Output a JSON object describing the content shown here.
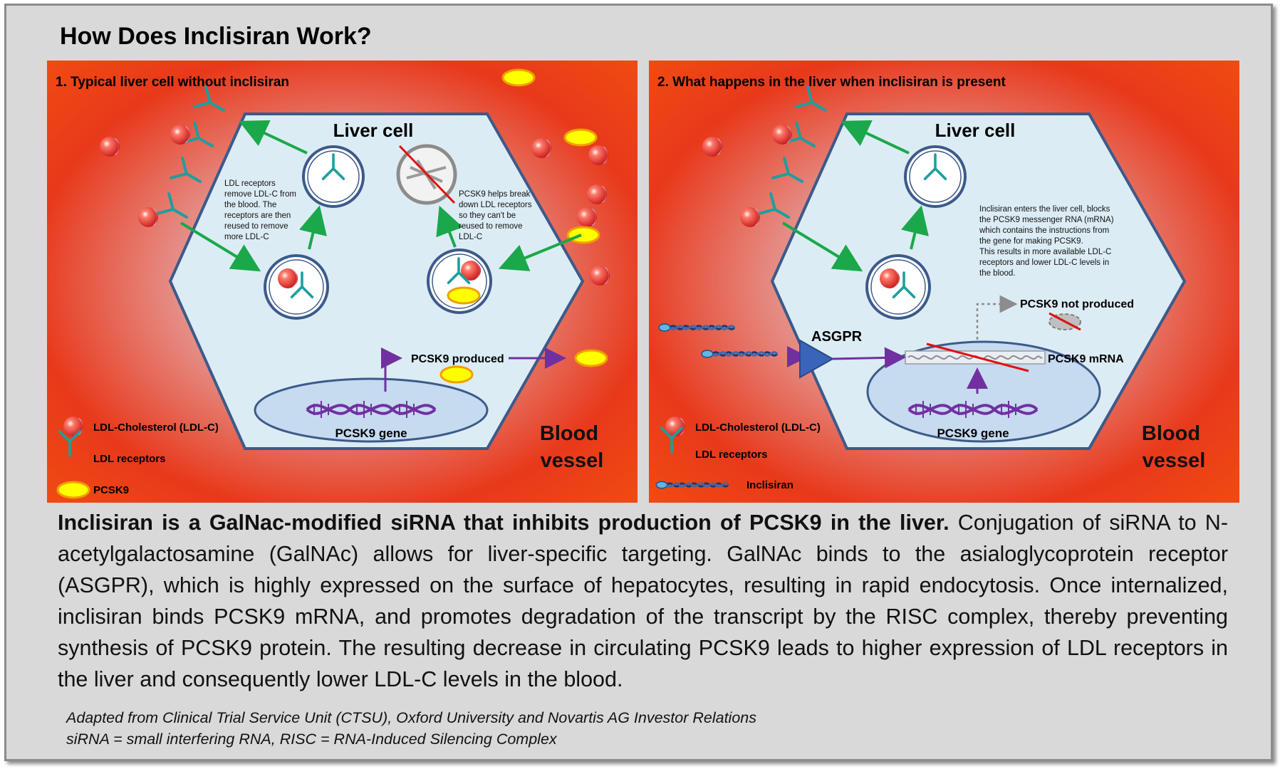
{
  "title": "How Does Inclisiran Work?",
  "panel1": {
    "heading": "1. Typical liver cell without inclisiran",
    "cell_label": "Liver cell",
    "note_receptors": [
      "LDL receptors",
      "remove LDL-C from",
      "the blood. The",
      "receptors are then",
      "reused to remove",
      "more LDL-C"
    ],
    "note_pcsk9": [
      "PCSK9 helps break",
      "down LDL receptors",
      "so they can't be",
      "reused to remove",
      "LDL-C"
    ],
    "pcsk9_produced": "PCSK9 produced",
    "gene_label": "PCSK9 gene",
    "blood_vessel": [
      "Blood",
      "vessel"
    ],
    "legend": [
      "LDL-Cholesterol (LDL-C)",
      "LDL receptors",
      "PCSK9"
    ]
  },
  "panel2": {
    "heading": "2. What happens in the liver when inclisiran is present",
    "cell_label": "Liver cell",
    "note_inclisiran": [
      "Inclisiran enters the liver cell, blocks",
      "the PCSK9 messenger RNA (mRNA)",
      "which contains the instructions from",
      "the gene for making PCSK9.",
      "This results in more available LDL-C",
      "receptors and lower LDL-C levels in",
      "the blood."
    ],
    "not_produced": "PCSK9 not produced",
    "asgpr": "ASGPR",
    "mrna": "PCSK9 mRNA",
    "gene_label": "PCSK9 gene",
    "blood_vessel": [
      "Blood",
      "vessel"
    ],
    "legend": [
      "LDL-Cholesterol (LDL-C)",
      "LDL receptors",
      "Inclisiran"
    ]
  },
  "caption": {
    "bold": "Inclisiran is a GalNac-modified siRNA that inhibits production of PCSK9 in the liver.",
    "rest": " Conjugation of siRNA to N-acetylgalactosamine (GalNAc) allows for liver-specific targeting. GalNAc binds to the asialoglycoprotein receptor (ASGPR), which is highly expressed on the surface of hepatocytes, resulting in rapid endocytosis. Once internalized, inclisiran binds PCSK9 mRNA, and promotes degradation of the transcript by the RISC complex, thereby preventing synthesis of PCSK9 protein. The resulting decrease in circulating PCSK9 leads to higher expression of LDL receptors in the liver and consequently lower LDL-C levels in the blood."
  },
  "source": [
    "Adapted from Clinical Trial Service Unit (CTSU), Oxford University and Novartis AG Investor Relations",
    "siRNA = small interfering RNA, RISC = RNA-Induced Silencing Complex"
  ],
  "colors": {
    "blood_red": "#e8391b",
    "cell_fill": "#dcecf4",
    "cell_border": "#3c5a8a",
    "arrow_green": "#1aa84a",
    "arrow_purple": "#7030a0",
    "receptor_teal": "#1e9e9e",
    "pcsk9_yellow": "#ffff00",
    "ldl_red": "#e8291e",
    "asgpr_blue": "#3a64b8"
  },
  "icons": [
    "ldl-particle-icon",
    "ldl-receptor-icon",
    "pcsk9-icon",
    "dna-helix-icon",
    "inclisiran-icon",
    "asgpr-icon",
    "mrna-icon",
    "vesicle-icon"
  ]
}
